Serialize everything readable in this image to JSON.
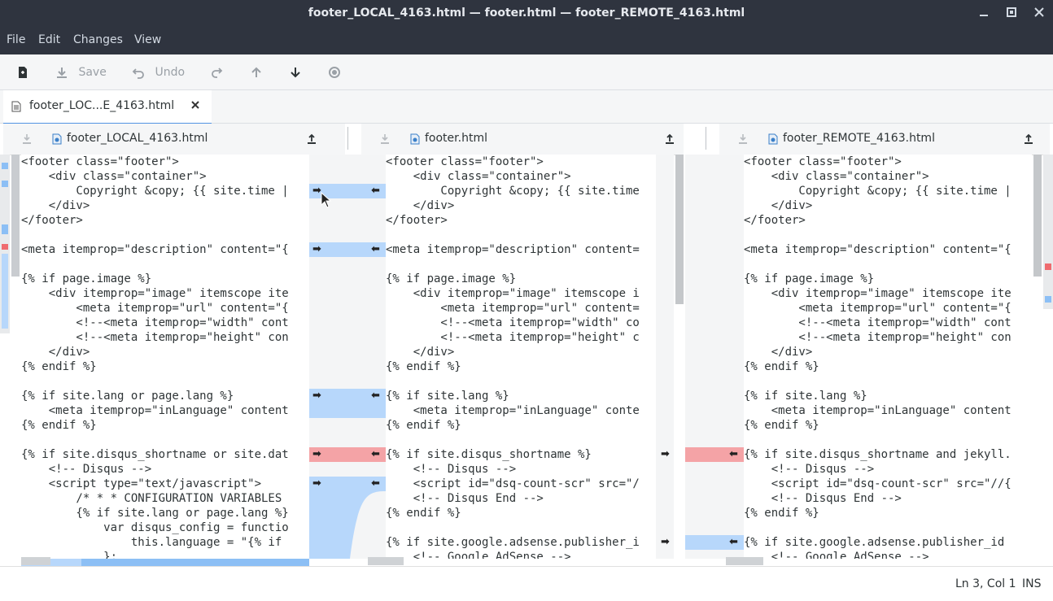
{
  "window": {
    "title": "footer_LOCAL_4163.html — footer.html — footer_REMOTE_4163.html"
  },
  "menu": [
    "File",
    "Edit",
    "Changes",
    "View"
  ],
  "toolbar": {
    "save_label": "Save",
    "undo_label": "Undo"
  },
  "tab": {
    "label": "footer_LOC...E_4163.html"
  },
  "panes": [
    {
      "filename": "footer_LOCAL_4163.html"
    },
    {
      "filename": "footer.html"
    },
    {
      "filename": "footer_REMOTE_4163.html"
    }
  ],
  "code": {
    "local": [
      "<footer class=\"footer\">",
      "    <div class=\"container\">",
      "        Copyright &copy; {{ site.time |",
      "    </div>",
      "</footer>",
      "",
      "<meta itemprop=\"description\" content=\"{",
      "",
      "{% if page.image %}",
      "    <div itemprop=\"image\" itemscope ite",
      "        <meta itemprop=\"url\" content=\"{",
      "        <!--<meta itemprop=\"width\" cont",
      "        <!--<meta itemprop=\"height\" con",
      "    </div>",
      "{% endif %}",
      "",
      "{% if site.lang or page.lang %}",
      "    <meta itemprop=\"inLanguage\" content",
      "{% endif %}",
      "",
      "{% if site.disqus_shortname or site.dat",
      "    <!-- Disqus -->",
      "    <script type=\"text/javascript\">",
      "        /* * * CONFIGURATION VARIABLES",
      "        {% if site.lang or page.lang %}",
      "            var disqus_config = functio",
      "                this.language = \"{% if",
      "            };"
    ],
    "base": [
      "<footer class=\"footer\">",
      "    <div class=\"container\">",
      "        Copyright &copy; {{ site.time",
      "    </div>",
      "</footer>",
      "",
      "<meta itemprop=\"description\" content=",
      "",
      "{% if page.image %}",
      "    <div itemprop=\"image\" itemscope i",
      "        <meta itemprop=\"url\" content=",
      "        <!--<meta itemprop=\"width\" co",
      "        <!--<meta itemprop=\"height\" c",
      "    </div>",
      "{% endif %}",
      "",
      "{% if site.lang %}",
      "    <meta itemprop=\"inLanguage\" conte",
      "{% endif %}",
      "",
      "{% if site.disqus_shortname %}",
      "    <!-- Disqus -->",
      "    <script id=\"dsq-count-scr\" src=\"/",
      "    <!-- Disqus End -->",
      "{% endif %}",
      "",
      "{% if site.google.adsense.publisher_i",
      "    <!-- Google AdSense -->"
    ],
    "remote": [
      "<footer class=\"footer\">",
      "    <div class=\"container\">",
      "        Copyright &copy; {{ site.time |",
      "    </div>",
      "</footer>",
      "",
      "<meta itemprop=\"description\" content=\"{",
      "",
      "{% if page.image %}",
      "    <div itemprop=\"image\" itemscope ite",
      "        <meta itemprop=\"url\" content=\"{",
      "        <!--<meta itemprop=\"width\" cont",
      "        <!--<meta itemprop=\"height\" con",
      "    </div>",
      "{% endif %}",
      "",
      "{% if site.lang %}",
      "    <meta itemprop=\"inLanguage\" content",
      "{% endif %}",
      "",
      "{% if site.disqus_shortname and jekyll.",
      "    <!-- Disqus -->",
      "    <script id=\"dsq-count-scr\" src=\"//{",
      "    <!-- Disqus End -->",
      "{% endif %}",
      "",
      "{% if site.google.adsense.publisher_id",
      "    <!-- Google AdSense -->"
    ]
  },
  "status": {
    "position": "Ln 3, Col 1",
    "mode": "INS"
  },
  "colors": {
    "titlebar": "#2f343f",
    "change_blue": "#b7d7fb",
    "conflict_red": "#f4a3a6",
    "accent": "#5294e2"
  }
}
